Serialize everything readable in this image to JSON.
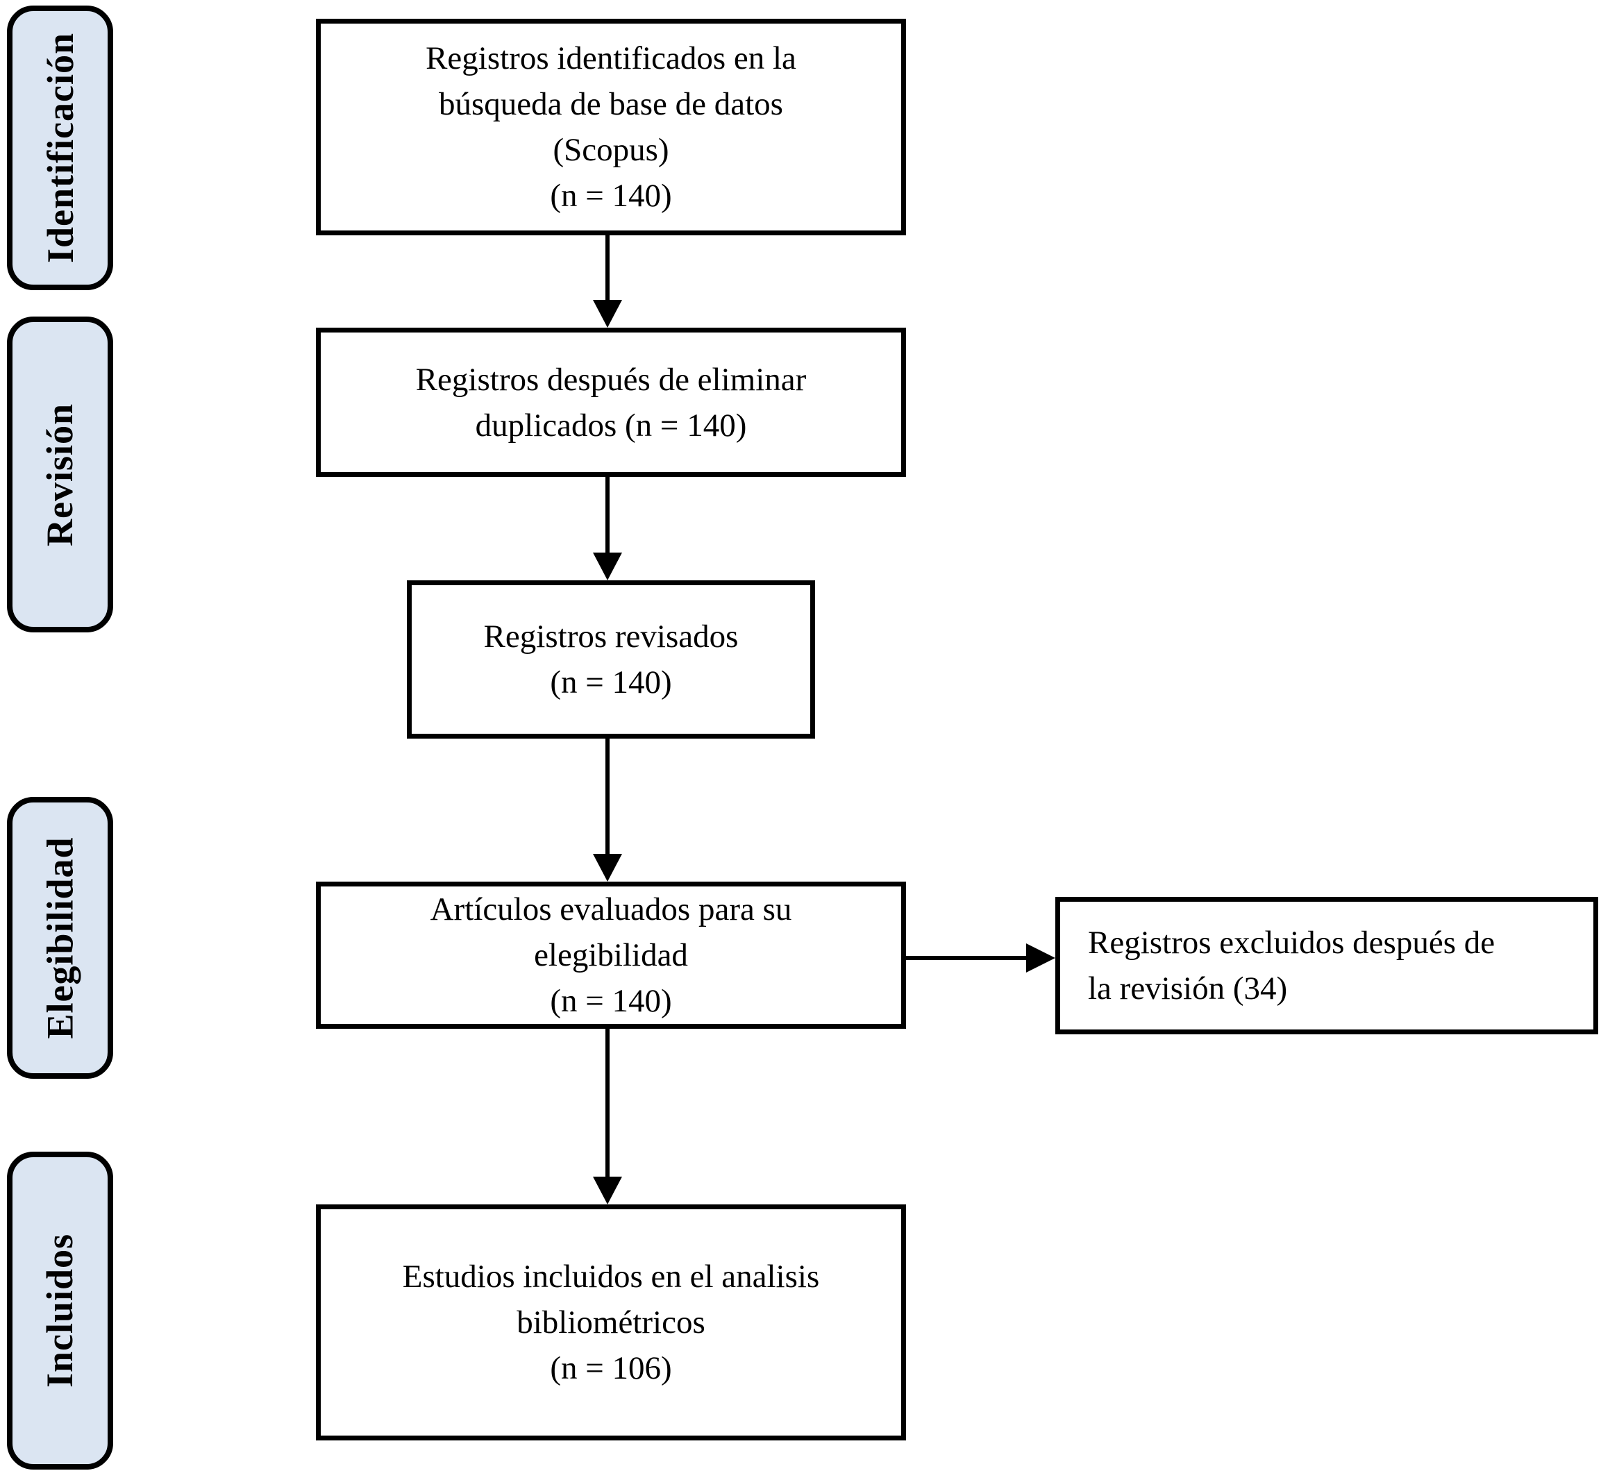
{
  "palette": {
    "stage_fill": "#dbe5f2",
    "stroke": "#000000",
    "box_fill": "#ffffff",
    "text": "#000000"
  },
  "stages": [
    {
      "label": "Identificación"
    },
    {
      "label": "Revisión"
    },
    {
      "label": "Elegibilidad"
    },
    {
      "label": "Incluidos"
    }
  ],
  "flow": {
    "box_identified": {
      "lines": [
        "Registros identificados en la",
        "búsqueda de base de datos",
        "(Scopus)",
        "(n = 140)"
      ],
      "n": 140
    },
    "box_deduplicated": {
      "lines": [
        "Registros después de eliminar",
        "duplicados (n = 140)"
      ],
      "n": 140
    },
    "box_screened": {
      "lines": [
        "Registros revisados",
        "(n = 140)"
      ],
      "n": 140
    },
    "box_eligibility": {
      "lines": [
        "Artículos evaluados para su",
        "elegibilidad",
        "(n = 140)"
      ],
      "n": 140
    },
    "box_excluded": {
      "lines": [
        "Registros excluidos después de",
        "la revisión (34)"
      ],
      "n": 34
    },
    "box_included": {
      "lines": [
        "Estudios incluidos en el analisis",
        "bibliométricos",
        "(n = 106)"
      ],
      "n": 106
    }
  }
}
